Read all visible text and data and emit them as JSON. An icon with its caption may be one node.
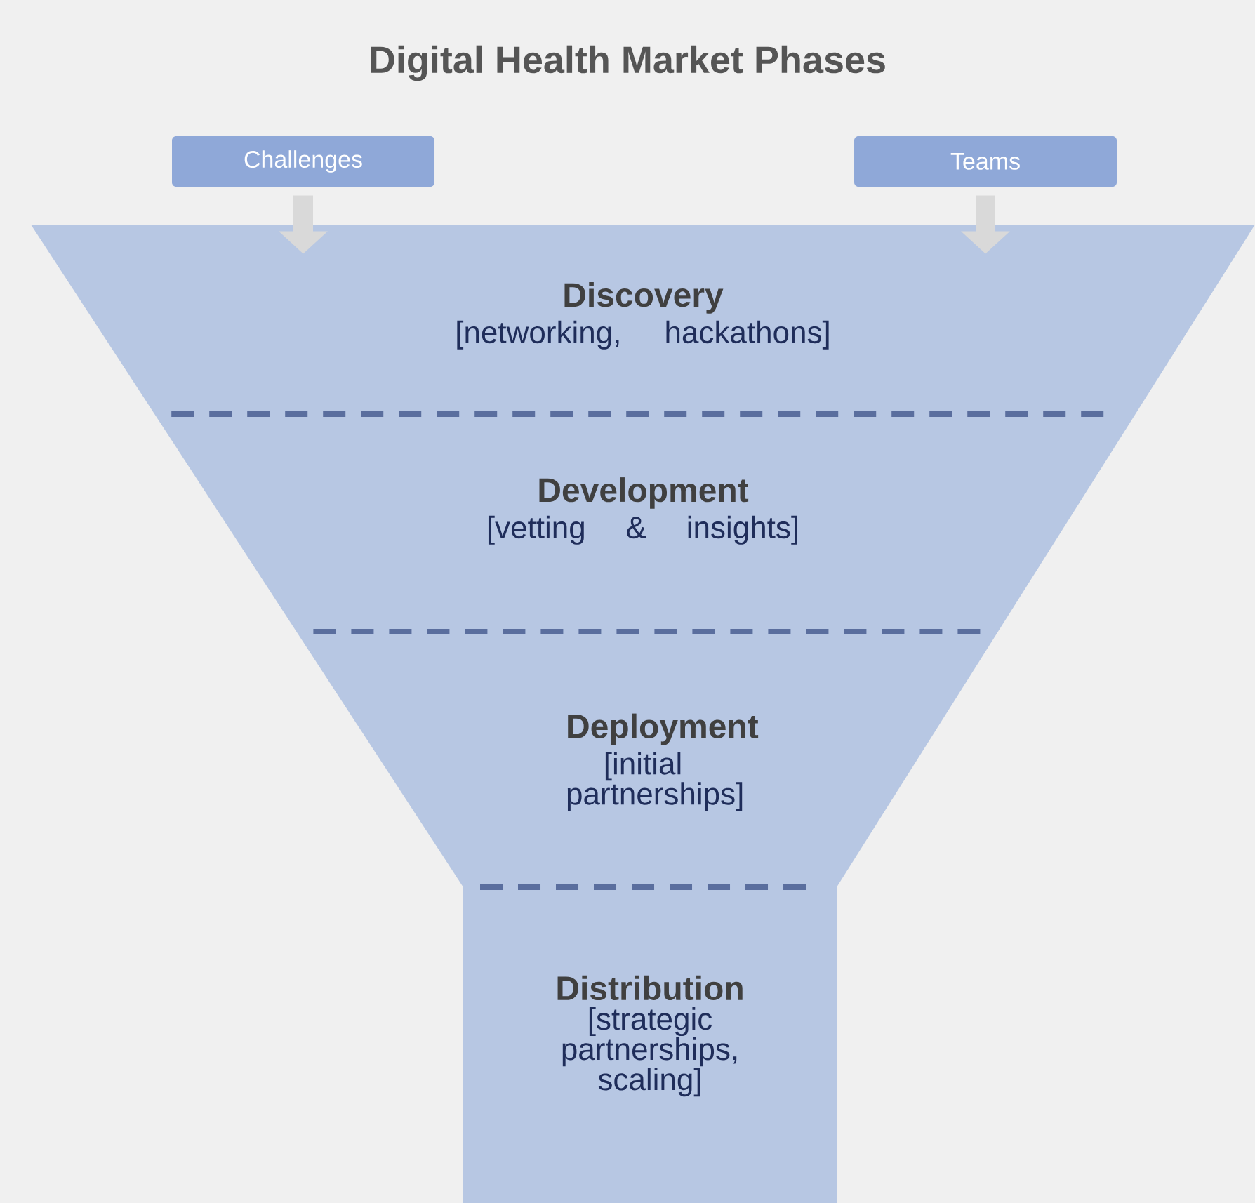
{
  "diagram": {
    "title": "Digital Health Market Phases",
    "nodes": [
      {
        "text": [
          "Challenges"
        ]
      },
      {
        "text": [
          "Teams"
        ]
      },
      {
        "text": [
          "Discovery",
          "[networking, hackathons]"
        ]
      },
      {
        "text": [
          "Development",
          "[vetting & insights]"
        ]
      },
      {
        "text": [
          "Deployment",
          "[initial partnerships]"
        ]
      },
      {
        "text": [
          "Distribution",
          "[strategic partnerships, scaling]"
        ]
      }
    ],
    "edges": [
      {
        "from": 0,
        "to": 2,
        "arrow": "to"
      },
      {
        "from": 1,
        "to": 2,
        "arrow": "to"
      }
    ]
  }
}
